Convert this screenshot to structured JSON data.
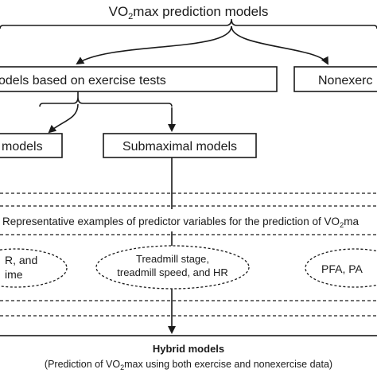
{
  "diagram": {
    "title": {
      "prefix": "VO",
      "sub": "2",
      "suffix": "max prediction models"
    },
    "exercise_models": "odels based on exercise tests",
    "nonexercise_models": "Nonexerc",
    "maximal_models": "models",
    "submaximal_models": "Submaximal models",
    "predictors_header": {
      "prefix": "Representative examples of predictor variables for the prediction of VO",
      "sub": "2",
      "suffix": "ma"
    },
    "predictor_maximal": {
      "line1": "R, and",
      "line2": "ime"
    },
    "predictor_submaximal": {
      "line1": "Treadmill stage,",
      "line2": "treadmill speed, and HR"
    },
    "predictor_nonexercise": "PFA, PA",
    "hybrid_title": "Hybrid models",
    "hybrid_desc": {
      "prefix": "(Prediction of VO",
      "sub": "2",
      "suffix": "max using both exercise and nonexercise data)"
    },
    "colors": {
      "line": "#1a1a1a",
      "background": "#ffffff"
    }
  }
}
